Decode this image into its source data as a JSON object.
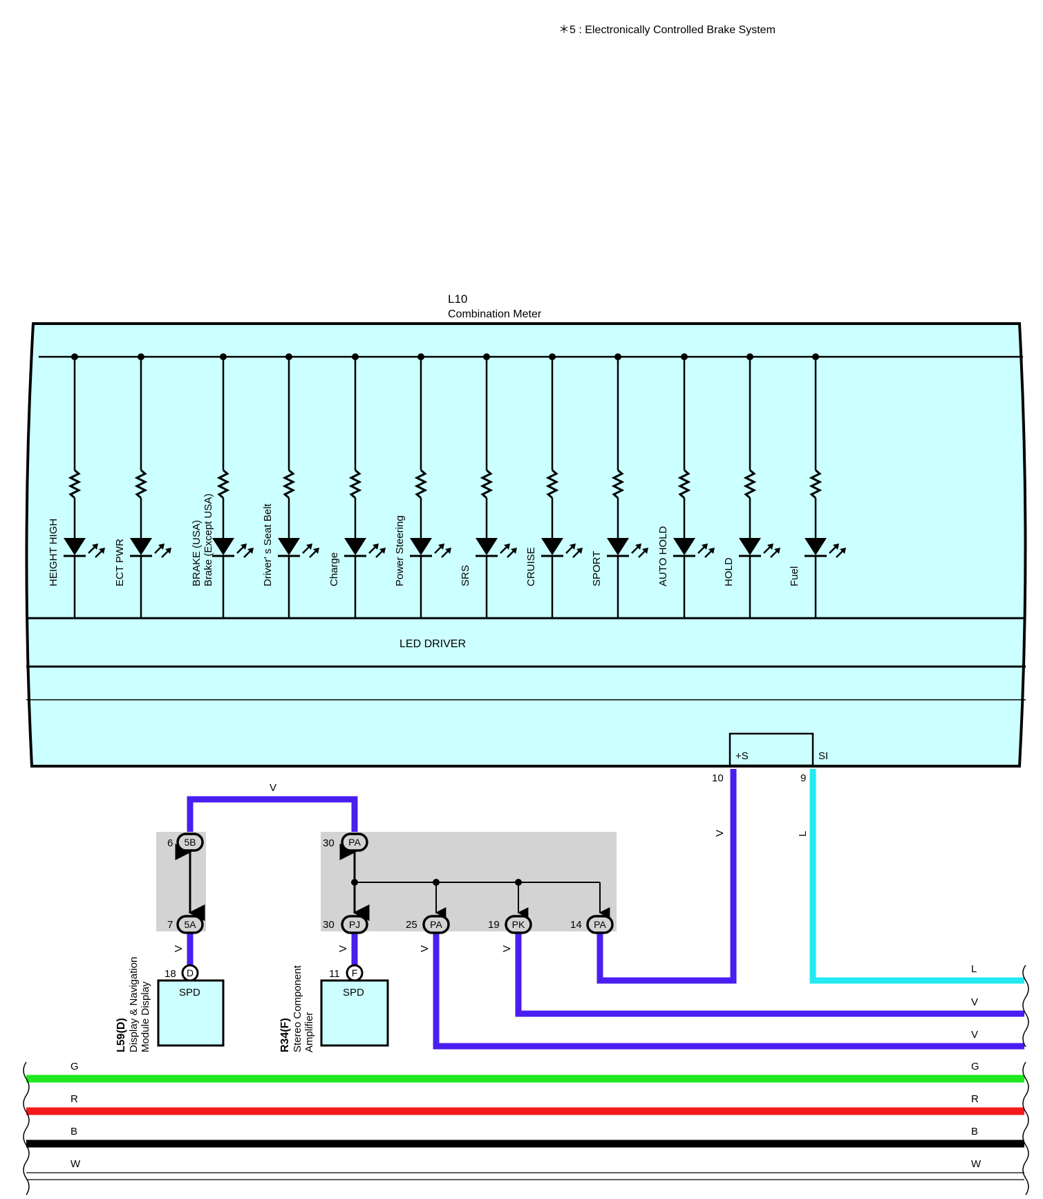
{
  "note": "＊5 : Electronically Controlled Brake System",
  "meter": {
    "id": "L10",
    "name": "Combination Meter",
    "driver_label": "LED DRIVER",
    "terminals": [
      "+S",
      "SI"
    ],
    "lamps": [
      [
        "HEIGHT HIGH"
      ],
      [
        "ECT PWR"
      ],
      [
        "BRAKE (USA)",
        "Brake (Except USA)"
      ],
      [
        "Driver' s Seat Belt"
      ],
      [
        "Charge"
      ],
      [
        "Power Steering"
      ],
      [
        "SRS"
      ],
      [
        "CRUISE"
      ],
      [
        "SPORT"
      ],
      [
        "AUTO HOLD"
      ],
      [
        "HOLD"
      ],
      [
        "Fuel"
      ]
    ]
  },
  "pins": {
    "meter_plus_s": "10",
    "meter_si": "9",
    "j1_top": "6",
    "j1_bottom": "7",
    "j2_top": "30",
    "j2_a": "30",
    "j2_b": "25",
    "j2_c": "19",
    "j2_d": "14",
    "display_spd": "18",
    "amp_spd": "11"
  },
  "connectors": {
    "j1_top": "5B",
    "j1_bottom": "5A",
    "j2_top": "PA",
    "j2_a": "PJ",
    "j2_b": "PA",
    "j2_c": "PK",
    "j2_d": "PA",
    "display": "D",
    "amp": "F"
  },
  "wire_labels": {
    "top_link": "V",
    "plus_s": "V",
    "si": "L",
    "display": "V",
    "amp": "V",
    "pa25": "V",
    "pk19": "V",
    "right_l": "L",
    "right_v1": "V",
    "right_v2": "V"
  },
  "components": {
    "display": {
      "id": "L59(D)",
      "name_line1": "Display & Navigation",
      "name_line2": "Module Display",
      "terminal": "SPD"
    },
    "amp": {
      "id": "R34(F)",
      "name_line1": "Stereo Component",
      "name_line2": "Amplifier",
      "terminal": "SPD"
    }
  },
  "bus": [
    {
      "label": "G",
      "color": "#1ee81e"
    },
    {
      "label": "R",
      "color": "#f21a1a"
    },
    {
      "label": "B",
      "color": "#000000"
    },
    {
      "label": "W",
      "color": "#ffffff"
    }
  ],
  "colors": {
    "violet": "#4a1ef0",
    "light_blue": "#22eaf2",
    "meter_fill": "#ccffff",
    "splice_gray": "#d3d3d3"
  }
}
